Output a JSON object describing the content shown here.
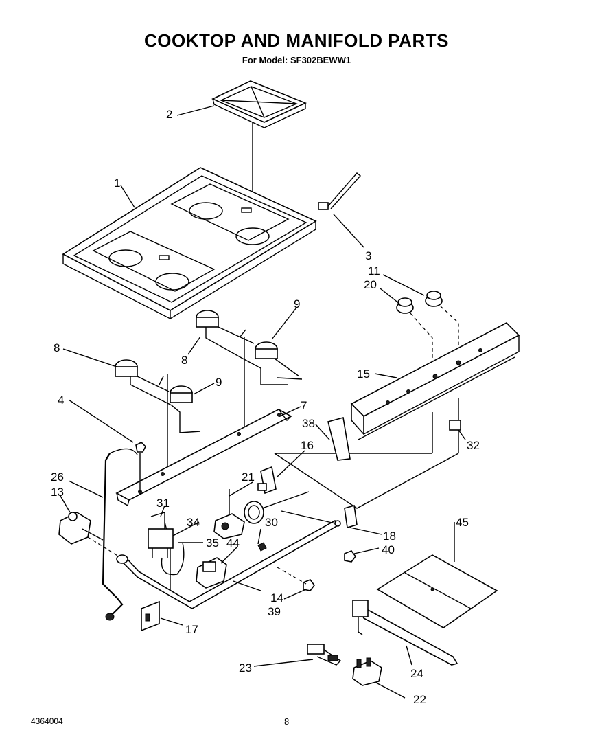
{
  "header": {
    "title": "COOKTOP AND MANIFOLD PARTS",
    "subtitle": "For Model: SF302BEWW1"
  },
  "callouts": {
    "c1": "1",
    "c2": "2",
    "c3": "3",
    "c4": "4",
    "c7": "7",
    "c8a": "8",
    "c8b": "8",
    "c9a": "9",
    "c9b": "9",
    "c11": "11",
    "c13": "13",
    "c14": "14",
    "c15": "15",
    "c16": "16",
    "c17": "17",
    "c18": "18",
    "c20": "20",
    "c21": "21",
    "c22": "22",
    "c23": "23",
    "c24": "24",
    "c26": "26",
    "c30": "30",
    "c31": "31",
    "c32": "32",
    "c34": "34",
    "c35": "35",
    "c38": "38",
    "c39": "39",
    "c40": "40",
    "c44": "44",
    "c45": "45"
  },
  "footer": {
    "doc_number": "4364004",
    "page_number": "8"
  }
}
